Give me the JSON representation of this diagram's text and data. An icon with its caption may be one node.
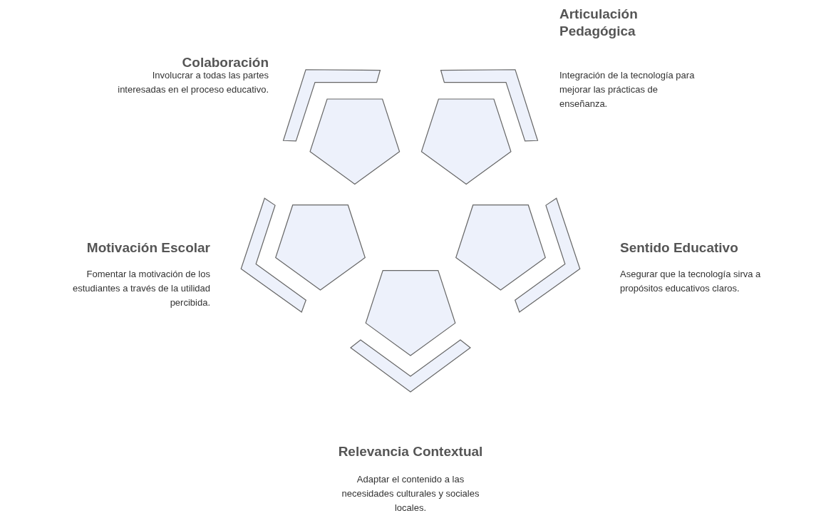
{
  "diagram": {
    "labels": [
      "Colaboración",
      "Involucrar a todas las partes interesadas en el proceso educativo.",
      "Articulación Pedagógica",
      "Integración de la tecnología para mejorar las prácticas de enseñanza.",
      "Motivación Escolar",
      "Fomentar la motivación de los estudiantes a través de la utilidad percibida.",
      "Sentido Educativo",
      "Asegurar que la tecnología sirva a propósitos educativos claros.",
      "Relevancia Contextual",
      "Adaptar el contenido a las necesidades culturales y sociales locales."
    ]
  }
}
